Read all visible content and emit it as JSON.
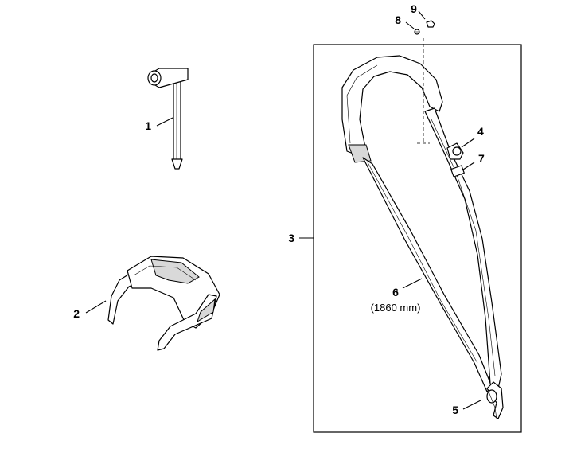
{
  "parts": [
    {
      "number": "1",
      "name": "combination-wrench"
    },
    {
      "number": "2",
      "name": "safety-glasses"
    },
    {
      "number": "3",
      "name": "harness-kit"
    },
    {
      "number": "4",
      "name": "buckle"
    },
    {
      "number": "5",
      "name": "carabiner"
    },
    {
      "number": "6",
      "name": "strap"
    },
    {
      "number": "7",
      "name": "slide-adjuster"
    },
    {
      "number": "8",
      "name": "screw"
    },
    {
      "number": "9",
      "name": "nut"
    }
  ],
  "strap_length_note": "(1860 mm)"
}
